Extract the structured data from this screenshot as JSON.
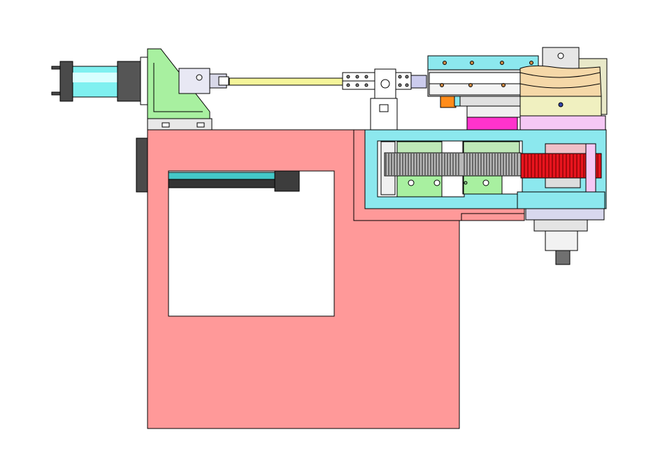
{
  "drawing": {
    "view": "side elevation",
    "colors": {
      "base_body": "#ff9999",
      "base_window": "#ffffff",
      "cylinder_barrel": "#7ff0f0",
      "cylinder_rod": "#f5f59a",
      "bracket": "#a8f0a0",
      "bend_arm": "#8ce8ee",
      "gear": "#e8141e",
      "die": "#f5e6b0",
      "clamp_block": "#ff33cc",
      "outline": "#000000",
      "dark_part": "#4a4a4a"
    },
    "components": [
      "push-cylinder",
      "cylinder-mount-bracket",
      "push-rod",
      "rod-coupler",
      "clamp-carriage",
      "bend-die",
      "bend-arm-frame",
      "rack-and-gear",
      "machine-base",
      "side-cylinder",
      "output-shaft"
    ]
  }
}
